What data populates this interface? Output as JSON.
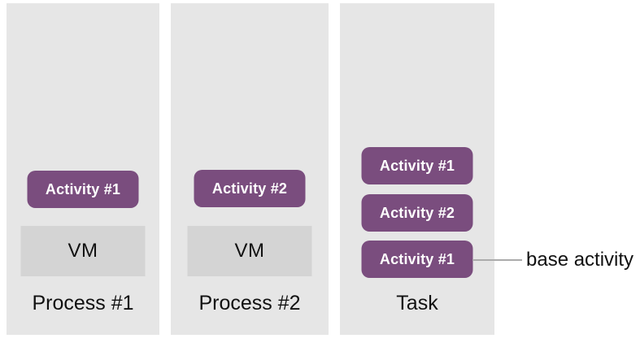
{
  "colors": {
    "panel_bg": "#e6e6e6",
    "vm_bg": "#d4d4d4",
    "activity_bg": "#7a4d7e",
    "activity_text": "#ffffff",
    "label_text": "#111111",
    "connector": "#ababab"
  },
  "columns": [
    {
      "label": "Process #1",
      "activities": [
        "Activity #1"
      ],
      "vm_label": "VM"
    },
    {
      "label": "Process #2",
      "activities": [
        "Activity #2"
      ],
      "vm_label": "VM"
    },
    {
      "label": "Task",
      "activities": [
        "Activity #1",
        "Activity #2",
        "Activity #1"
      ]
    }
  ],
  "annotation": {
    "text": "base activity"
  }
}
